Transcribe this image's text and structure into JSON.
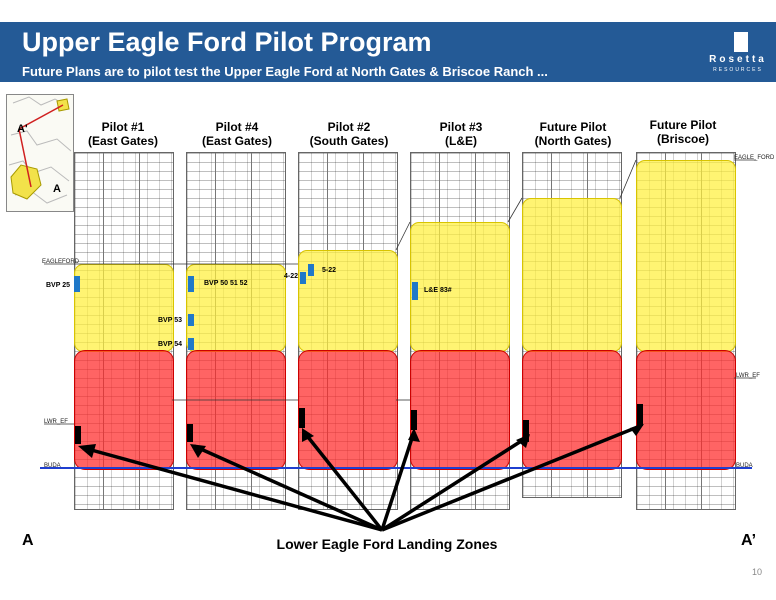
{
  "header": {
    "title": "Upper Eagle Ford Pilot Program",
    "subtitle": "Future Plans are to pilot test the Upper Eagle Ford at North Gates & Briscoe Ranch ...",
    "logo_name": "Rosetta",
    "logo_sub": "RESOURCES",
    "bg_color": "#245a96"
  },
  "minimap": {
    "label_top": "A'",
    "label_bottom": "A"
  },
  "pilots": [
    {
      "title": "Pilot #1",
      "area": "(East Gates)"
    },
    {
      "title": "Pilot #4",
      "area": "(East Gates)"
    },
    {
      "title": "Pilot #2",
      "area": "(South Gates)"
    },
    {
      "title": "Pilot #3",
      "area": "(L&E)"
    },
    {
      "title": "Future Pilot",
      "area": "(North Gates)"
    },
    {
      "title": "Future Pilot",
      "area": "(Briscoe)"
    }
  ],
  "well_labels": {
    "bvp25": "BVP 25",
    "bvp50": "BVP 50 51 52",
    "bvp53": "BVP 53",
    "bvp54": "BVP 54",
    "w422": "4-22",
    "w522": "5-22",
    "le": "L&E 83#"
  },
  "markers": {
    "eagleford_left": "EAGLEFORD",
    "lwr_left": "LWR_EF",
    "buda_left": "BUDA",
    "eagleford_right": "EAGLE_FORD",
    "lwr_right": "LWR_EF",
    "buda_right": "BUDA"
  },
  "footer": {
    "left_label": "A",
    "right_label": "A’",
    "caption": "Lower Eagle Ford Landing Zones",
    "page": "10"
  },
  "colors": {
    "upper_zone": "#ffef3c",
    "lower_zone": "#ff2828",
    "buda_line": "#1f3fd0",
    "well_marker": "#1f78c8"
  }
}
